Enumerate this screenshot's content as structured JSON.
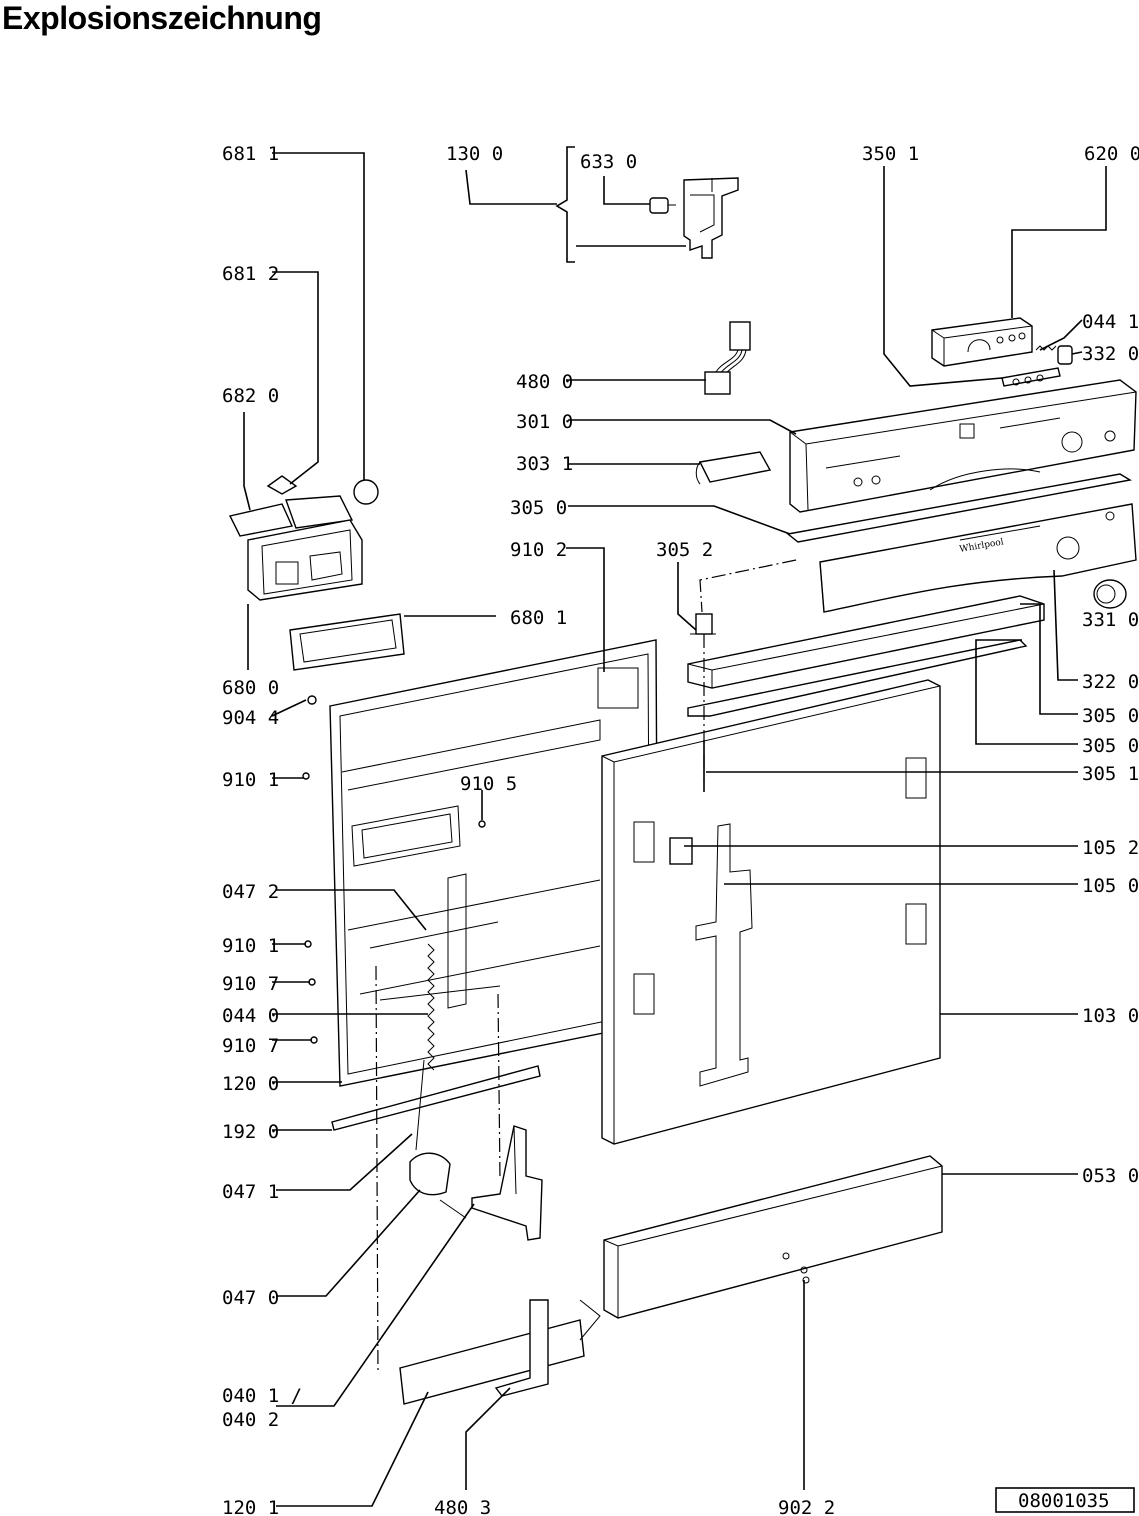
{
  "title": "Explosionszeichnung",
  "drawing_number": "08001035",
  "brand_mark": "Whirlpool",
  "parts": {
    "p6811": "681 1",
    "p1300": "130 0",
    "p6330": "633 0",
    "p3501": "350 1",
    "p6200": "620 0",
    "p6812": "681 2",
    "p0441": "044 1",
    "p3320": "332 0",
    "p4800": "480 0",
    "p6820": "682 0",
    "p3010": "301 0",
    "p3031": "303 1",
    "p3050a": "305 0",
    "p9102": "910 2",
    "p3052": "305 2",
    "p6801": "680 1",
    "p3310": "331 0",
    "p3220": "322 0",
    "p6800": "680 0",
    "p9044": "904 4",
    "p3050b": "305 0",
    "p3050c": "305 0",
    "p9101a": "910 1",
    "p9105": "910 5",
    "p3051": "305 1",
    "p1052": "105 2",
    "p0472": "047 2",
    "p1050": "105 0",
    "p9101b": "910 1",
    "p9107a": "910 7",
    "p0440": "044 0",
    "p1030": "103 0",
    "p9107b": "910 7",
    "p1200": "120 0",
    "p1920": "192 0",
    "p0471": "047 1",
    "p0530": "053 0",
    "p0470": "047 0",
    "p0401": "040 1 /",
    "p0402": "040 2",
    "p1201": "120 1",
    "p4803": "480 3",
    "p9022": "902 2"
  }
}
